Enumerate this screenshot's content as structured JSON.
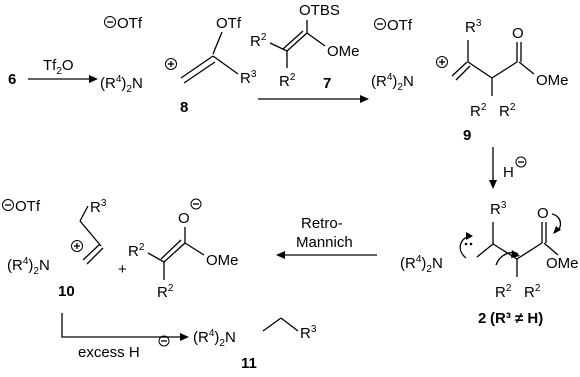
{
  "reagents": {
    "tf2o": "Tf2O",
    "h_minus": "H",
    "retro_line1": "Retro-",
    "retro_line2": "Mannich",
    "excess_h": "excess H"
  },
  "compounds": {
    "c6": "6",
    "c7": "7",
    "c8": "8",
    "c9": "9",
    "c10": "10",
    "c11": "11",
    "c2": "2",
    "c2_condition": "(R³ ≠ H)"
  },
  "atoms": {
    "otf": "OTf",
    "otbs": "OTBS",
    "ome": "OMe",
    "r2": "R",
    "r3": "R",
    "r4_amine": "(R",
    "n": "N",
    "o": "O",
    "plus": "+"
  }
}
